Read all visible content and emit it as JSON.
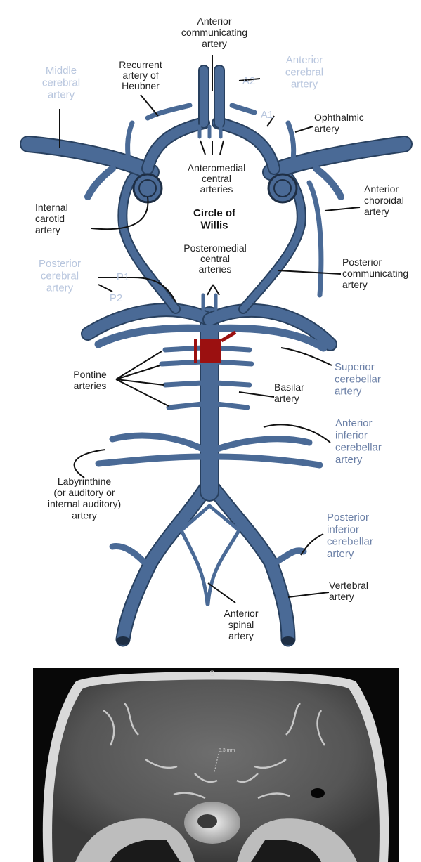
{
  "diagram": {
    "title": "Circle of\nWillis",
    "labels": {
      "anterior_communicating": "Anterior\ncommunicating\nartery",
      "recurrent_heubner": "Recurrent\nartery of\nHeubner",
      "anterior_cerebral": "Anterior\ncerebral\nartery",
      "a2": "A2",
      "a1": "A1",
      "middle_cerebral": "Middle\ncerebral\nartery",
      "ophthalmic": "Ophthalmic\nartery",
      "anteromedial_central": "Anteromedial\ncentral\narteries",
      "internal_carotid": "Internal\ncarotid\nartery",
      "anterior_choroidal": "Anterior\nchoroidal\nartery",
      "posteromedial_central": "Posteromedial\ncentral\narteries",
      "posterior_cerebral": "Posterior\ncerebral\nartery",
      "p1": "P1",
      "p2": "P2",
      "posterior_communicating": "Posterior\ncommunicating\nartery",
      "pontine": "Pontine\narteries",
      "superior_cerebellar": "Superior\ncerebellar\nartery",
      "basilar": "Basilar\nartery",
      "anterior_inferior_cerebellar": "Anterior\ninferior\ncerebellar\nartery",
      "labyrinthine": "Labyrinthine\n(or auditory or\ninternal auditory)\nartery",
      "posterior_inferior_cerebellar": "Posterior\ninferior\ncerebellar\nartery",
      "vertebral": "Vertebral\nartery",
      "anterior_spinal": "Anterior\nspinal\nartery"
    },
    "colors": {
      "artery": "#4a6a96",
      "artery_edge": "#28405f",
      "highlight": "#9b1010",
      "pale_label": "#b8c6de",
      "blue_label": "#6a7fa6"
    }
  },
  "ct": {
    "orientation_marker": "S",
    "measurement": "8.3 mm"
  }
}
